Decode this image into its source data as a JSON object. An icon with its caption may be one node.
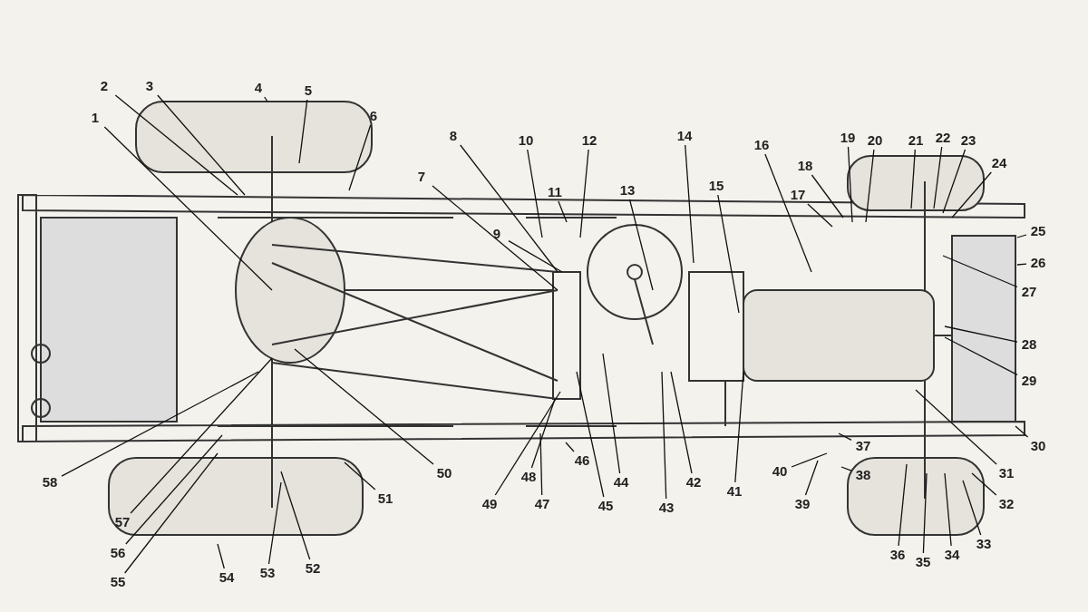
{
  "diagram": {
    "nodes": [
      {
        "text": [
          "1"
        ]
      },
      {
        "text": [
          "2"
        ]
      },
      {
        "text": [
          "3"
        ]
      },
      {
        "text": [
          "4"
        ]
      },
      {
        "text": [
          "5"
        ]
      },
      {
        "text": [
          "6"
        ]
      },
      {
        "text": [
          "7"
        ]
      },
      {
        "text": [
          "8"
        ]
      },
      {
        "text": [
          "9"
        ]
      },
      {
        "text": [
          "10"
        ]
      },
      {
        "text": [
          "11"
        ]
      },
      {
        "text": [
          "12"
        ]
      },
      {
        "text": [
          "13"
        ]
      },
      {
        "text": [
          "14"
        ]
      },
      {
        "text": [
          "15"
        ]
      },
      {
        "text": [
          "16"
        ]
      },
      {
        "text": [
          "17"
        ]
      },
      {
        "text": [
          "18"
        ]
      },
      {
        "text": [
          "19"
        ]
      },
      {
        "text": [
          "20"
        ]
      },
      {
        "text": [
          "21"
        ]
      },
      {
        "text": [
          "22"
        ]
      },
      {
        "text": [
          "23"
        ]
      },
      {
        "text": [
          "24"
        ]
      },
      {
        "text": [
          "25"
        ]
      },
      {
        "text": [
          "26"
        ]
      },
      {
        "text": [
          "27"
        ]
      },
      {
        "text": [
          "28"
        ]
      },
      {
        "text": [
          "29"
        ]
      },
      {
        "text": [
          "30"
        ]
      },
      {
        "text": [
          "31"
        ]
      },
      {
        "text": [
          "32"
        ]
      },
      {
        "text": [
          "33"
        ]
      },
      {
        "text": [
          "34"
        ]
      },
      {
        "text": [
          "35"
        ]
      },
      {
        "text": [
          "36"
        ]
      },
      {
        "text": [
          "37"
        ]
      },
      {
        "text": [
          "38"
        ]
      },
      {
        "text": [
          "39"
        ]
      },
      {
        "text": [
          "40"
        ]
      },
      {
        "text": [
          "41"
        ]
      },
      {
        "text": [
          "42"
        ]
      },
      {
        "text": [
          "43"
        ]
      },
      {
        "text": [
          "44"
        ]
      },
      {
        "text": [
          "45"
        ]
      },
      {
        "text": [
          "46"
        ]
      },
      {
        "text": [
          "47"
        ]
      },
      {
        "text": [
          "48"
        ]
      },
      {
        "text": [
          "49"
        ]
      },
      {
        "text": [
          "50"
        ]
      },
      {
        "text": [
          "51"
        ]
      },
      {
        "text": [
          "52"
        ]
      },
      {
        "text": [
          "53"
        ]
      },
      {
        "text": [
          "54"
        ]
      },
      {
        "text": [
          "55"
        ]
      },
      {
        "text": [
          "56"
        ]
      },
      {
        "text": [
          "57"
        ]
      },
      {
        "text": [
          "58"
        ]
      }
    ],
    "edges": [
      {
        "from": 0,
        "to": null,
        "arrow": "none"
      },
      {
        "from": 1,
        "to": null,
        "arrow": "none"
      },
      {
        "from": 2,
        "to": null,
        "arrow": "none"
      },
      {
        "from": 3,
        "to": null,
        "arrow": "none"
      },
      {
        "from": 4,
        "to": null,
        "arrow": "none"
      },
      {
        "from": 5,
        "to": null,
        "arrow": "none"
      },
      {
        "from": 6,
        "to": null,
        "arrow": "none"
      },
      {
        "from": 7,
        "to": null,
        "arrow": "none"
      },
      {
        "from": 8,
        "to": null,
        "arrow": "none"
      },
      {
        "from": 9,
        "to": null,
        "arrow": "none"
      },
      {
        "from": 10,
        "to": null,
        "arrow": "none"
      },
      {
        "from": 11,
        "to": null,
        "arrow": "none"
      },
      {
        "from": 12,
        "to": null,
        "arrow": "none"
      },
      {
        "from": 13,
        "to": null,
        "arrow": "none"
      },
      {
        "from": 14,
        "to": null,
        "arrow": "none"
      },
      {
        "from": 15,
        "to": null,
        "arrow": "none"
      },
      {
        "from": 16,
        "to": null,
        "arrow": "none"
      },
      {
        "from": 17,
        "to": null,
        "arrow": "none"
      },
      {
        "from": 18,
        "to": null,
        "arrow": "none"
      },
      {
        "from": 19,
        "to": null,
        "arrow": "none"
      },
      {
        "from": 20,
        "to": null,
        "arrow": "none"
      },
      {
        "from": 21,
        "to": null,
        "arrow": "none"
      },
      {
        "from": 22,
        "to": null,
        "arrow": "none"
      },
      {
        "from": 23,
        "to": null,
        "arrow": "none"
      },
      {
        "from": 24,
        "to": null,
        "arrow": "none"
      },
      {
        "from": 25,
        "to": null,
        "arrow": "none"
      },
      {
        "from": 26,
        "to": null,
        "arrow": "none"
      },
      {
        "from": 27,
        "to": null,
        "arrow": "none"
      },
      {
        "from": 28,
        "to": null,
        "arrow": "none"
      },
      {
        "from": 29,
        "to": null,
        "arrow": "none"
      },
      {
        "from": 30,
        "to": null,
        "arrow": "none"
      },
      {
        "from": 31,
        "to": null,
        "arrow": "none"
      },
      {
        "from": 32,
        "to": null,
        "arrow": "none"
      },
      {
        "from": 33,
        "to": null,
        "arrow": "none"
      },
      {
        "from": 34,
        "to": null,
        "arrow": "none"
      },
      {
        "from": 35,
        "to": null,
        "arrow": "none"
      },
      {
        "from": 36,
        "to": null,
        "arrow": "none"
      },
      {
        "from": 37,
        "to": null,
        "arrow": "none"
      },
      {
        "from": 38,
        "to": null,
        "arrow": "none"
      },
      {
        "from": 39,
        "to": null,
        "arrow": "none"
      },
      {
        "from": 40,
        "to": null,
        "arrow": "none"
      },
      {
        "from": 41,
        "to": null,
        "arrow": "none"
      },
      {
        "from": 42,
        "to": null,
        "arrow": "none"
      },
      {
        "from": 43,
        "to": null,
        "arrow": "none"
      },
      {
        "from": 44,
        "to": null,
        "arrow": "none"
      },
      {
        "from": 45,
        "to": null,
        "arrow": "none"
      },
      {
        "from": 46,
        "to": null,
        "arrow": "none"
      },
      {
        "from": 47,
        "to": null,
        "arrow": "none"
      },
      {
        "from": 48,
        "to": null,
        "arrow": "none"
      },
      {
        "from": 49,
        "to": null,
        "arrow": "none"
      },
      {
        "from": 50,
        "to": null,
        "arrow": "none"
      },
      {
        "from": 51,
        "to": null,
        "arrow": "none"
      },
      {
        "from": 52,
        "to": null,
        "arrow": "none"
      },
      {
        "from": 53,
        "to": null,
        "arrow": "none"
      },
      {
        "from": 54,
        "to": null,
        "arrow": "none"
      },
      {
        "from": 55,
        "to": null,
        "arrow": "none"
      },
      {
        "from": 56,
        "to": null,
        "arrow": "none"
      },
      {
        "from": 57,
        "to": null,
        "arrow": "none"
      }
    ]
  }
}
